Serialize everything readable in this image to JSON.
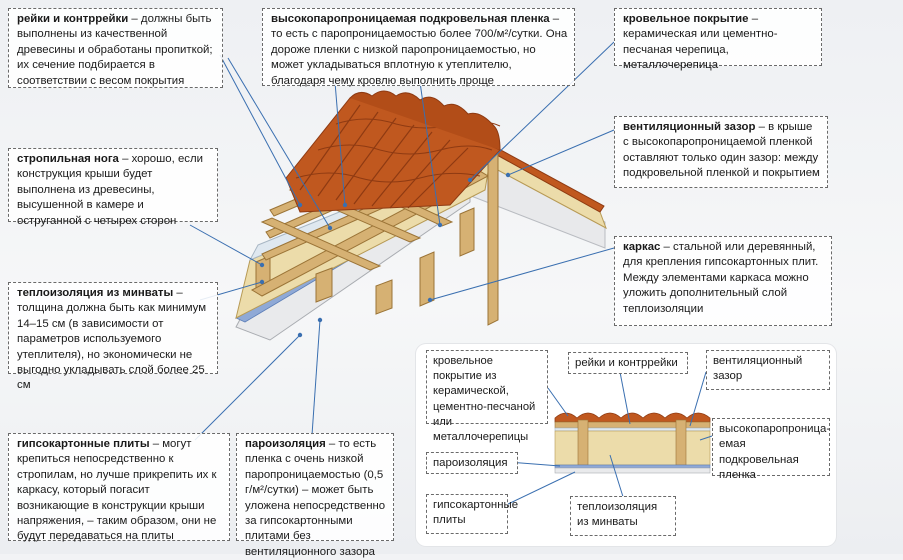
{
  "callouts": {
    "battens": {
      "term": "рейки и контррейки",
      "text": " – должны быть выполнены из качественной древесины и обработаны пропиткой; их сечение подбирается в соответствии с весом покрытия"
    },
    "membrane": {
      "term": "высокопаропроницаемая подкровельная пленка",
      "text": " – то есть с паропроницаемостью более 700/м²/сутки. Она дороже пленки с низкой паропроницаемостью, но может укладываться вплотную к утеплителю, благодаря чему кровлю выполнить проще"
    },
    "roofing": {
      "term": "кровельное покрытие",
      "text": " – керамическая или цементно-песчаная черепица, металлочерепица"
    },
    "rafter": {
      "term": "стропильная нога",
      "text": " – хорошо, если конструкция крыши будет выполнена из древесины, высушенной в камере и оструганной с четырех сторон"
    },
    "vent_gap": {
      "term": "вентиляционный зазор",
      "text": " – в крыше с высокопаропроницаемой пленкой оставляют только один зазор: между подкровельной пленкой и покрытием"
    },
    "frame": {
      "term": "каркас",
      "text": " – стальной или деревянный, для крепления гипсокартонных плит. Между элементами каркаса можно уложить дополнительный слой теплоизоляции"
    },
    "insulation": {
      "term": "теплоизоляция из минваты",
      "text": " – толщина должна быть как минимум 14–15 см (в зависимости от параметров используемого утеплителя), но экономически не выгодно укладывать слой более 25 см"
    },
    "drywall": {
      "term": "гипсокартонные плиты",
      "text": " – могут крепиться непосредственно к стропилам, но лучше прикрепить их к каркасу, который погасит возникающие в конструкции крыши напряжения, – таким образом, они не будут передаваться на плиты"
    },
    "vapor": {
      "term": "пароизоляция",
      "text": " – то есть пленка с очень низкой паропроницаемостью (0,5 г/м²/сутки) – может быть уложена непосредственно за гипсокартонными плитами без вентиляционного зазора"
    }
  },
  "inset": {
    "roofing": "кровельное покрытие из керамической, цементно-песчаной или металлочерепицы",
    "battens": "рейки и контррейки",
    "vent_gap": "вентиляционный зазор",
    "membrane": "высокопаропроница-емая подкровельная пленка",
    "vapor": "пароизоляция",
    "drywall": "гипсокартонные плиты",
    "insulation": "теплоизоляция из минваты"
  },
  "colors": {
    "tile": "#c0581f",
    "tile_dark": "#8e3a12",
    "wood": "#d6b173",
    "wood_dark": "#9b7437",
    "insulation": "#ecdcaa",
    "membrane": "#dfe8f0",
    "vapor": "#8fa9d6",
    "drywall": "#e9eaec",
    "leader": "#3a6fb0"
  }
}
